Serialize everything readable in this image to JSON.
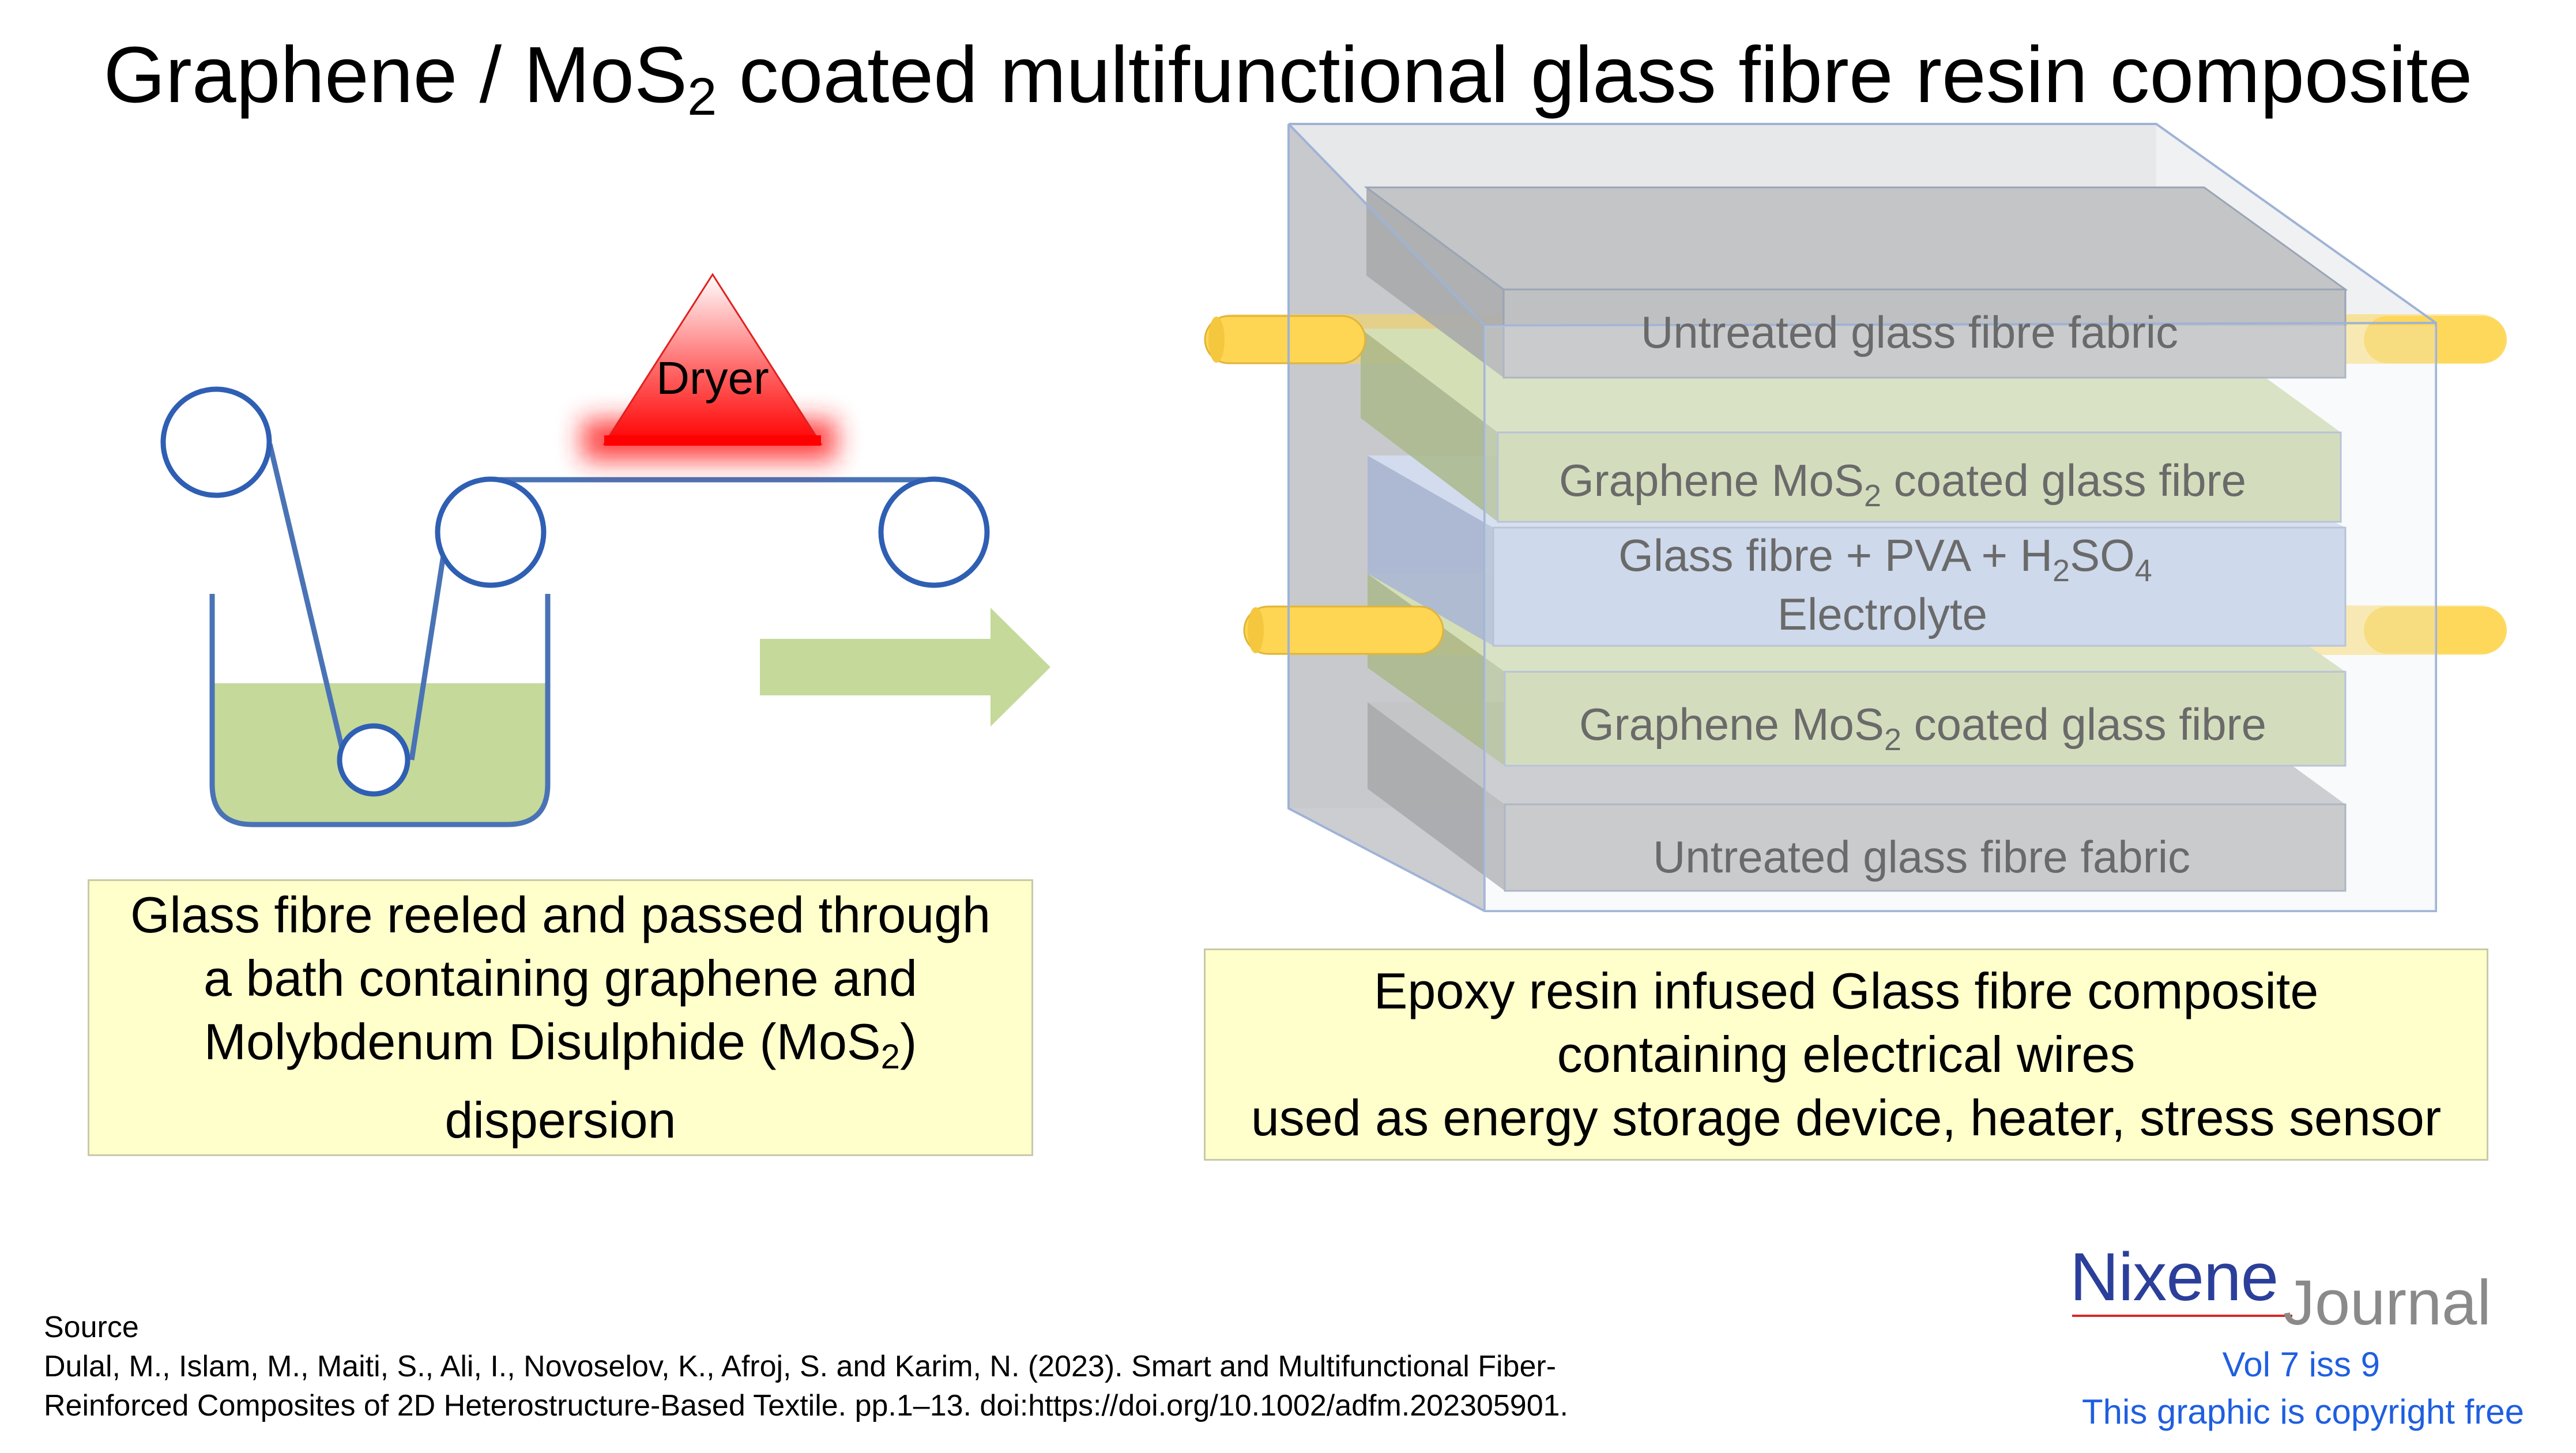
{
  "title": {
    "main": "Graphene / MoS",
    "sub": "2",
    "rest": " coated multifunctional glass fibre resin composite"
  },
  "process": {
    "dryer_label": "Dryer"
  },
  "layers": [
    {
      "label": "Untreated glass fibre fabric"
    },
    {
      "label_pre": "Graphene MoS",
      "label_sub": "2",
      "label_post": " coated glass fibre"
    },
    {
      "label_line1_pre": "Glass fibre + PVA + H",
      "label_sub1": "2",
      "label_mid": "SO",
      "label_sub2": "4",
      "label_line2": "Electrolyte"
    },
    {
      "label_pre": "Graphene MoS",
      "label_sub": "2",
      "label_post": " coated glass fibre"
    },
    {
      "label": "Untreated glass fibre fabric"
    }
  ],
  "captions": {
    "left": {
      "line1": "Glass fibre reeled and passed through",
      "line2": "a bath containing graphene and",
      "line3_pre": "Molybdenum Disulphide (MoS",
      "line3_sub": "2",
      "line3_post": ")",
      "line4": "dispersion"
    },
    "right": {
      "line1": "Epoxy resin infused Glass fibre composite",
      "line2": "containing electrical wires",
      "line3": "used as energy storage device, heater, stress sensor"
    }
  },
  "source": {
    "heading": "Source",
    "line1": "Dulal, M., Islam, M., Maiti, S., Ali, I., Novoselov, K., Afroj, S. and Karim, N. (2023). Smart and Multifunctional Fiber-",
    "line2": "Reinforced Composites of 2D Heterostructure-Based Textile. pp.1–13. doi:https://doi.org/10.1002/adfm.202305901."
  },
  "logo": {
    "brand": "Nixene",
    "journal": "Journal"
  },
  "footer": {
    "volume": "Vol 7 iss 9",
    "copyright": "This graphic is copyright free"
  },
  "colors": {
    "bath_fill": "#c5d99a",
    "roller_stroke": "#2f5fb3",
    "fibre_line": "#4a73b5",
    "dryer_red": "#ff0000",
    "arrow_green": "#c5d99a",
    "box_grey": "#cfd1d4",
    "layer_grey": "#bfc0c2",
    "layer_green": "#cdd9ad",
    "layer_blue": "#c6d3ea",
    "wire_yellow": "#fed653",
    "caption_bg": "#ffffcc",
    "brand_blue": "#2b3f9a",
    "link_blue": "#1f5fe0"
  }
}
